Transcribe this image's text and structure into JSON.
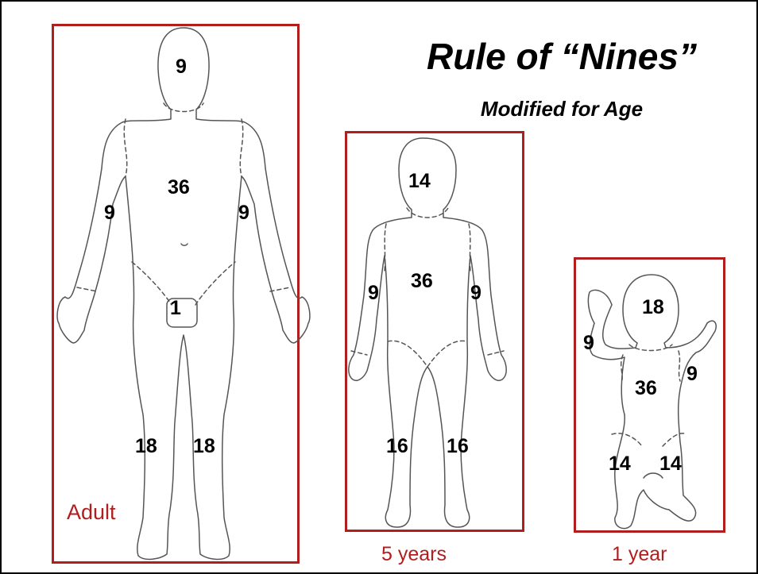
{
  "title": "Rule of “Nines”",
  "subtitle": "Modified for Age",
  "colors": {
    "frame": "#b01e1e",
    "text": "#000000",
    "outline": "#555555"
  },
  "figures": {
    "adult": {
      "label": "Adult",
      "values": {
        "head": "9",
        "trunk": "36",
        "left_arm": "9",
        "right_arm": "9",
        "genitals": "1",
        "left_leg": "18",
        "right_leg": "18"
      }
    },
    "child": {
      "label": "5 years",
      "values": {
        "head": "14",
        "trunk": "36",
        "left_arm": "9",
        "right_arm": "9",
        "left_leg": "16",
        "right_leg": "16"
      }
    },
    "infant": {
      "label": "1 year",
      "values": {
        "head": "18",
        "trunk": "36",
        "left_arm": "9",
        "right_arm": "9",
        "left_leg": "14",
        "right_leg": "14"
      }
    }
  }
}
